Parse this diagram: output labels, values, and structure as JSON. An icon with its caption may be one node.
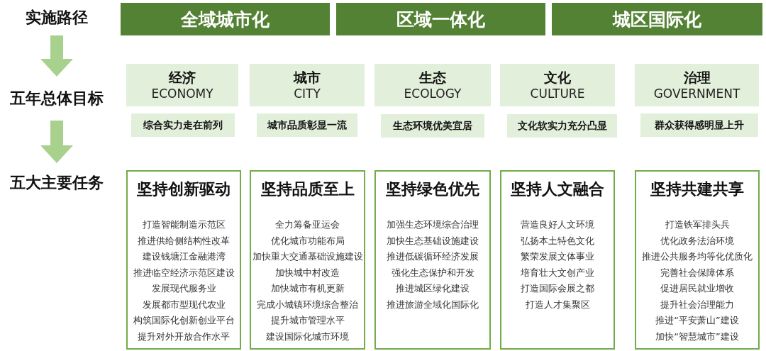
{
  "diagram": {
    "nodes": [
      {
        "text": [
          "实施路径"
        ]
      },
      {
        "text": [
          "五年总体目标"
        ]
      },
      {
        "text": [
          "五大主要任务"
        ]
      },
      {
        "text": [
          "全域城市化"
        ]
      },
      {
        "text": [
          "区域一体化"
        ]
      },
      {
        "text": [
          "城区国际化"
        ]
      },
      {
        "text": [
          "经济",
          "ECONOMY"
        ]
      },
      {
        "text": [
          "城市",
          "CITY"
        ]
      },
      {
        "text": [
          "生态",
          "ECOLOGY"
        ]
      },
      {
        "text": [
          "文化",
          "CULTURE"
        ]
      },
      {
        "text": [
          "治理",
          "GOVERNMENT"
        ]
      },
      {
        "text": [
          "综合实力走在前列"
        ]
      },
      {
        "text": [
          "城市品质彰显一流"
        ]
      },
      {
        "text": [
          "生态环境优美宜居"
        ]
      },
      {
        "text": [
          "文化软实力充分凸显"
        ]
      },
      {
        "text": [
          "群众获得感明显上升"
        ]
      },
      {
        "text": [
          "坚持创新驱动",
          "打造智能制造示范区",
          "推进供给侧结构性改革",
          "建设钱塘江金融港湾",
          "推进临空经济示范区建设",
          "发展现代服务业",
          "发展都市型现代农业",
          "构筑国际化创新创业平台",
          "提升对外开放合作水平"
        ]
      },
      {
        "text": [
          "坚持品质至上",
          "全力筹备亚运会",
          "优化城市功能布局",
          "加快重大交通基础设施建设",
          "加快城中村改造",
          "加快城市有机更新",
          "完成小城镇环境综合整治",
          "提升城市管理水平",
          "建设国际化城市环境"
        ]
      },
      {
        "text": [
          "坚持绿色优先",
          "加强生态环境综合治理",
          "加快生态基础设施建设",
          "推进低碳循环经济发展",
          "强化生态保护和开发",
          "推进城区绿化建设",
          "推进旅游全域化国际化"
        ]
      },
      {
        "text": [
          "坚持人文融合",
          "营造良好人文环境",
          "弘扬本土特色文化",
          "繁荣发展文体事业",
          "培育壮大文创产业",
          "打造国际会展之都",
          "打造人才集聚区"
        ]
      },
      {
        "text": [
          "坚持共建共享",
          "打造铁军排头兵",
          "优化政务法治环境",
          "推进公共服务均等化优质化",
          "完善社会保障体系",
          "促进居民就业增收",
          "提升社会治理能力",
          "推进“平安萧山”建设",
          "加快“智慧城市”建设"
        ]
      }
    ],
    "edges": [
      {
        "from": 0,
        "to": 1,
        "arrow": "to"
      },
      {
        "from": 1,
        "to": 2,
        "arrow": "to"
      }
    ]
  }
}
